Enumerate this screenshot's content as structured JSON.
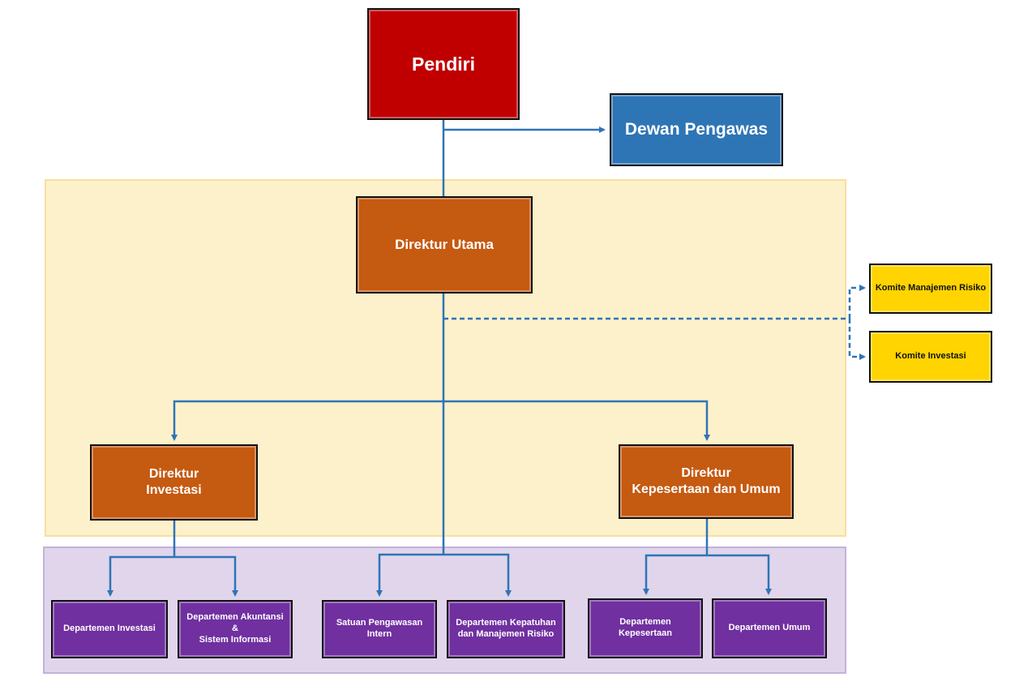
{
  "nodes": {
    "pendiri": "Pendiri",
    "dewan_pengawas": "Dewan Pengawas",
    "direktur_utama": "Direktur Utama",
    "komite_manajemen_risiko": "Komite Manajemen Risiko",
    "komite_investasi": "Komite Investasi",
    "direktur_investasi": "Direktur\nInvestasi",
    "direktur_kepesertaan_umum": "Direktur\nKepesertaan dan Umum",
    "departemen_investasi": "Departemen Investasi",
    "departemen_akuntansi": "Departemen Akuntansi &\nSistem Informasi",
    "satuan_pengawasan_intern": "Satuan Pengawasan\nIntern",
    "departemen_kepatuhan": "Departemen Kepatuhan\ndan Manajemen Risiko",
    "departemen_kepesertaan": "Departemen\nKepesertaan",
    "departemen_umum": "Departemen Umum"
  },
  "colors": {
    "founder": "#c00000",
    "supervisory_board": "#2e75b6",
    "directors": "#c55a11",
    "committees": "#ffd400",
    "departments": "#7030a0",
    "connector": "#2e75b6"
  }
}
